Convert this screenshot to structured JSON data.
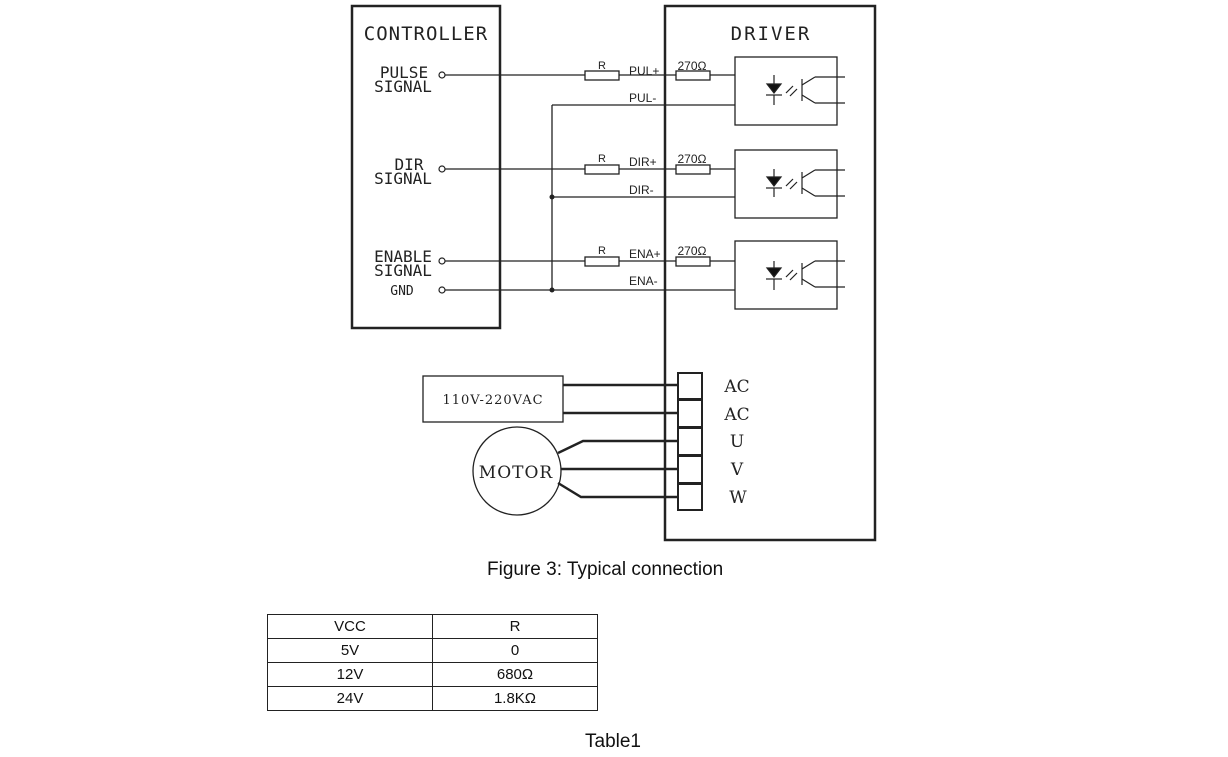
{
  "controller": {
    "title": "CONTROLLER",
    "pulse_line1": "PULSE",
    "pulse_line2": "SIGNAL",
    "dir_line1": "DIR",
    "dir_line2": "SIGNAL",
    "enable_line1": "ENABLE",
    "enable_line2": "SIGNAL",
    "gnd": "GND"
  },
  "driver": {
    "title": "DRIVER",
    "resistor_label": "R",
    "internal_resistor": "270Ω",
    "pul_plus": "PUL+",
    "pul_minus": "PUL-",
    "dir_plus": "DIR+",
    "dir_minus": "DIR-",
    "ena_plus": "ENA+",
    "ena_minus": "ENA-",
    "terminals": [
      "AC",
      "AC",
      "U",
      "V",
      "W"
    ]
  },
  "power_supply": "110V-220VAC",
  "motor": "MOTOR",
  "figure_caption": "Figure 3: Typical connection",
  "table": {
    "headers": [
      "VCC",
      "R"
    ],
    "rows": [
      [
        "5V",
        "0"
      ],
      [
        "12V",
        "680Ω"
      ],
      [
        "24V",
        "1.8KΩ"
      ]
    ]
  },
  "table_caption": "Table1"
}
